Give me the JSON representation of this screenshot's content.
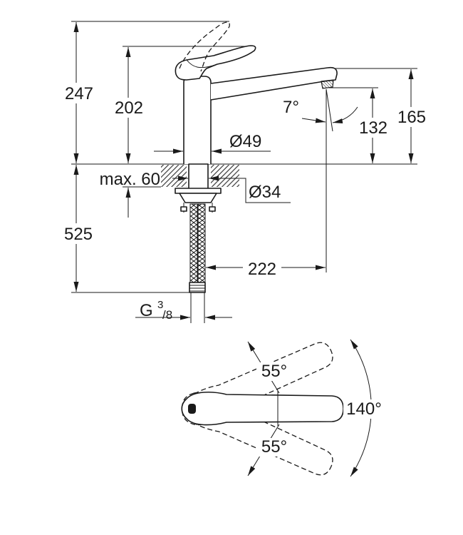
{
  "drawing": {
    "side_view": {
      "height_total": "247",
      "height_lever": "202",
      "spout_tilt": "7°",
      "height_outlet": "132",
      "height_spout": "165",
      "body_diameter": "Ø49",
      "counter_thickness": "max. 60",
      "shank_diameter": "Ø34",
      "hose_length": "525",
      "spout_reach": "222",
      "thread": {
        "letter": "G",
        "numerator": "3",
        "denominator": "/8"
      }
    },
    "top_view": {
      "handle_swing_upper": "55°",
      "handle_swing_lower": "55°",
      "spout_swivel": "140°"
    }
  },
  "colors": {
    "line": "#1a1a1a",
    "hatch": "#3a3a3a",
    "background": "#ffffff"
  }
}
